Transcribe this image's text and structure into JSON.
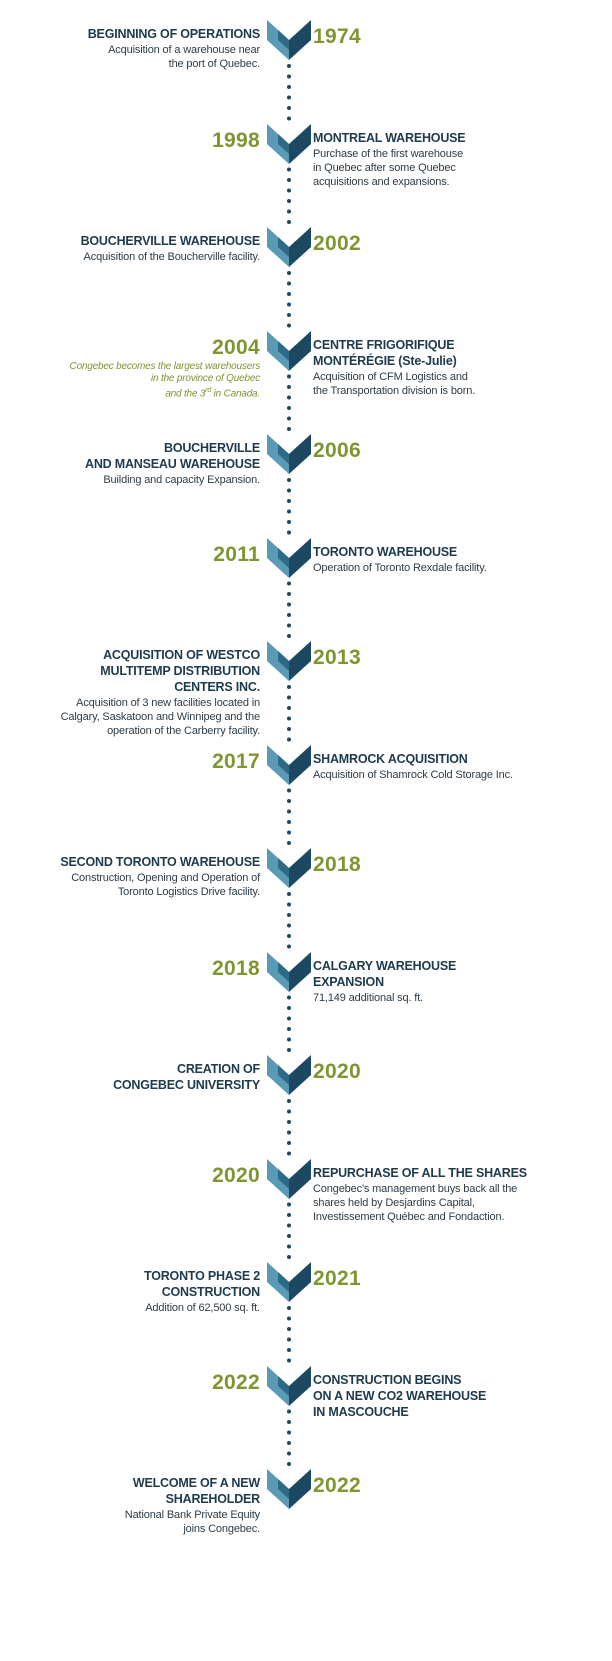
{
  "colors": {
    "year": "#7f9530",
    "title": "#1e3a4d",
    "text": "#2d3c47",
    "chevron_dark": "#1d4862",
    "chevron_mid": "#2c6a86",
    "chevron_light": "#5a9ab5",
    "dot": "#1d4862"
  },
  "events": [
    {
      "year": "1974",
      "title": "BEGINNING OF OPERATIONS",
      "description": "Acquisition of a warehouse near\nthe port of Quebec."
    },
    {
      "year": "1998",
      "title": "MONTREAL WAREHOUSE",
      "description": "Purchase of the first warehouse\nin Quebec after some Quebec\nacquisitions and expansions."
    },
    {
      "year": "2002",
      "title": "BOUCHERVILLE WAREHOUSE",
      "description": "Acquisition of the Boucherville facility."
    },
    {
      "year": "2004",
      "title": "CENTRE FRIGORIFIQUE\nMONTÉRÉGIE (Ste-Julie)",
      "description": "Acquisition of CFM Logistics and\nthe Transportation division is born.",
      "note_lines": [
        "Congebec becomes the largest warehousers",
        "in the province of Quebec"
      ],
      "note_last_pre": "and the 3",
      "note_sup": "rd",
      "note_last_post": " in Canada."
    },
    {
      "year": "2006",
      "title": "BOUCHERVILLE\nAND MANSEAU WAREHOUSE",
      "description": "Building and capacity Expansion."
    },
    {
      "year": "2011",
      "title": "TORONTO WAREHOUSE",
      "description": "Operation of Toronto Rexdale facility."
    },
    {
      "year": "2013",
      "title": "ACQUISITION OF WESTCO\nMULTITEMP DISTRIBUTION\nCENTERS INC.",
      "description": "Acquisition of 3 new facilities located in\nCalgary, Saskatoon and Winnipeg and the\noperation of the Carberry facility."
    },
    {
      "year": "2017",
      "title": "SHAMROCK ACQUISITION",
      "description": "Acquisition of Shamrock Cold Storage Inc."
    },
    {
      "year": "2018",
      "title": "SECOND TORONTO WAREHOUSE",
      "description": "Construction, Opening and Operation of\nToronto Logistics Drive facility."
    },
    {
      "year": "2018",
      "title": "CALGARY WAREHOUSE\nEXPANSION",
      "description": "71,149 additional sq. ft."
    },
    {
      "year": "2020",
      "title": "CREATION OF\nCONGEBEC UNIVERSITY",
      "description": ""
    },
    {
      "year": "2020",
      "title": "REPURCHASE OF ALL THE SHARES",
      "description": "Congebec's management buys back all the\nshares held by Desjardins Capital,\nInvestissement Québec and Fondaction."
    },
    {
      "year": "2021",
      "title": "TORONTO PHASE 2\nCONSTRUCTION",
      "description": "Addition of 62,500 sq. ft."
    },
    {
      "year": "2022",
      "title": "CONSTRUCTION BEGINS\nON A NEW CO2 WAREHOUSE\nIN MASCOUCHE",
      "description": ""
    },
    {
      "year": "2022",
      "title": "WELCOME OF A NEW\nSHAREHOLDER",
      "description": "National Bank Private Equity\njoins Congebec."
    }
  ]
}
